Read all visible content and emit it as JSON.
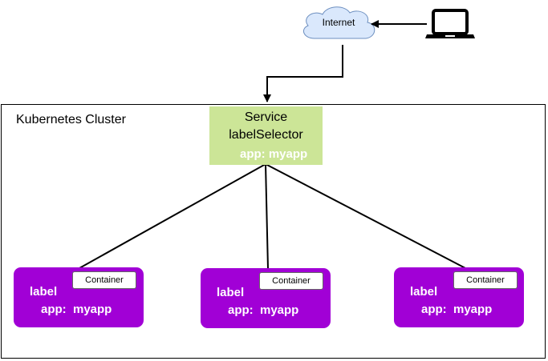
{
  "cluster": {
    "title": "Kubernetes Cluster"
  },
  "internet": {
    "label": "Internet"
  },
  "laptop": {
    "icon": "laptop-icon"
  },
  "service": {
    "title": "Service",
    "selector_label": "labelSelector",
    "selector_value": "app: myapp",
    "fill": "#cce597"
  },
  "pods": [
    {
      "label": "label",
      "app": "app:  myapp",
      "container": "Container"
    },
    {
      "label": "label",
      "app": "app:  myapp",
      "container": "Container"
    },
    {
      "label": "label",
      "app": "app:  myapp",
      "container": "Container"
    }
  ],
  "colors": {
    "pod_fill": "#a100d6",
    "cloud_fill": "#dae8fc",
    "cloud_stroke": "#6c8ebf"
  }
}
